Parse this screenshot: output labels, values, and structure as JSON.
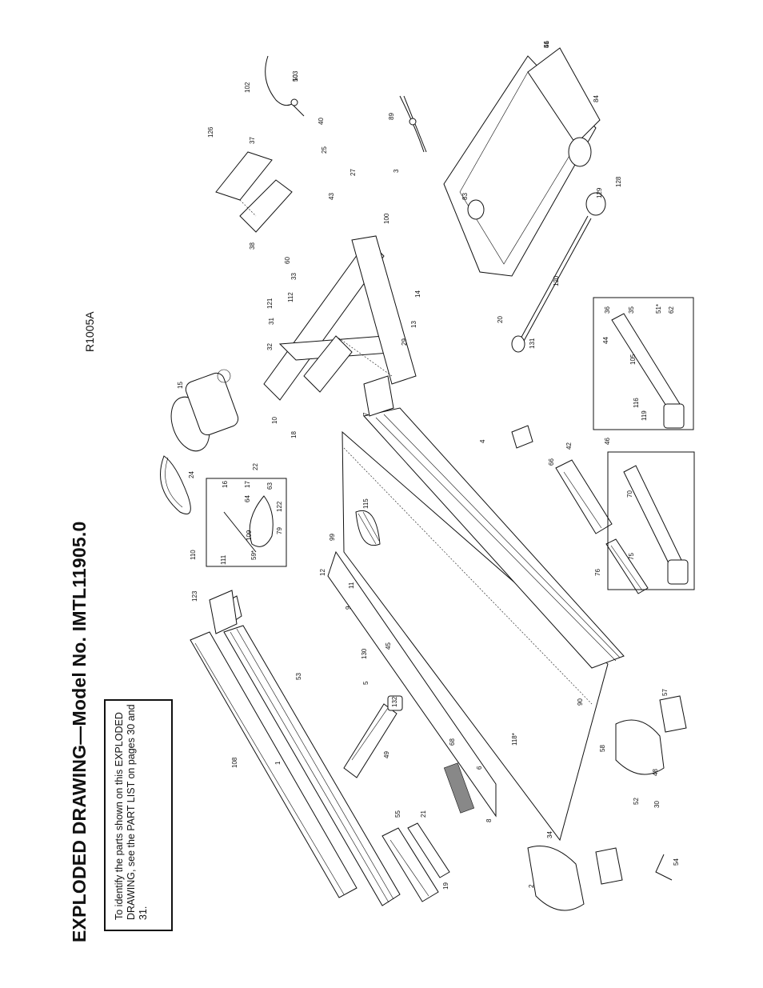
{
  "document": {
    "title": "EXPLODED DRAWING—Model No. IMTL11905.0",
    "reference_code": "R1005A",
    "note": "To identify the parts shown on this EXPLODED DRAWING, see the PART LIST on pages 30 and 31."
  },
  "callouts": [
    "41",
    "103",
    "102",
    "84",
    "126",
    "37",
    "40",
    "25",
    "89",
    "27",
    "3",
    "38",
    "43",
    "100",
    "60",
    "33",
    "112",
    "31",
    "121",
    "32",
    "29",
    "13",
    "14",
    "15",
    "10",
    "24",
    "18",
    "22",
    "16",
    "17",
    "64",
    "63",
    "122",
    "79",
    "109",
    "110",
    "111",
    "59*",
    "99",
    "115",
    "12",
    "11",
    "9",
    "7",
    "4",
    "42",
    "66",
    "46",
    "36",
    "35",
    "51*",
    "62",
    "44",
    "105",
    "116",
    "119",
    "70",
    "75",
    "76",
    "83",
    "20",
    "131",
    "120",
    "129",
    "128",
    "123",
    "130",
    "45",
    "5",
    "132",
    "49",
    "68",
    "118*",
    "6",
    "8",
    "90",
    "57",
    "58",
    "48",
    "30",
    "52",
    "53",
    "108",
    "1",
    "19",
    "21",
    "2",
    "34",
    "54",
    "55",
    "56",
    "50"
  ]
}
